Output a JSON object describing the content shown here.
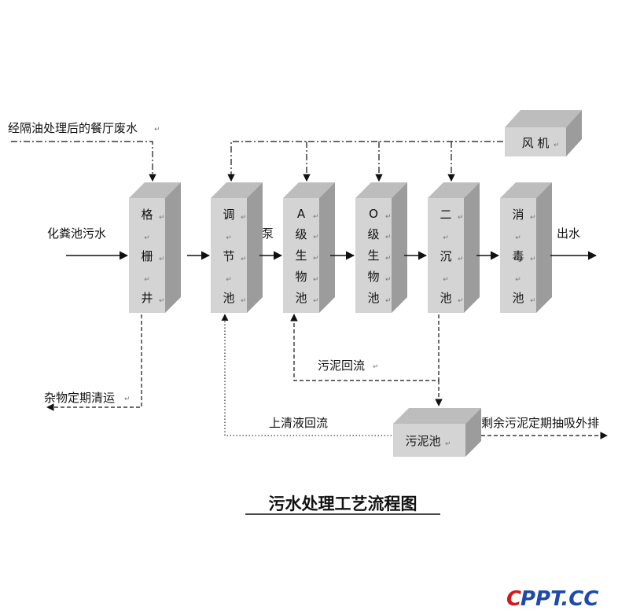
{
  "labels": {
    "input_top": "经隔油处理后的餐厅废水",
    "input_left": "化粪池污水",
    "pump": "泵",
    "output": "出水",
    "debris": "杂物定期清运",
    "sludge_return": "污泥回流",
    "supernatant_return": "上清液回流",
    "excess_sludge": "剩余污泥定期抽吸外排"
  },
  "tanks": {
    "screen": [
      "格",
      "栅",
      "井"
    ],
    "equalization": [
      "调",
      "节",
      "池"
    ],
    "anoxic": [
      "A",
      "级",
      "生",
      "物",
      "池"
    ],
    "oxic": [
      "O",
      "级",
      "生",
      "物",
      "池"
    ],
    "secondary": [
      "二",
      "沉",
      "池"
    ],
    "disinfection": [
      "消",
      "毒",
      "池"
    ]
  },
  "blower": "风 机",
  "sludge_tank": "污泥池",
  "title": "污水处理工艺流程图",
  "logo": {
    "c": "C",
    "rest": "PPT.CC"
  },
  "colors": {
    "box_front": "#d4d4d4",
    "box_top": "#bdbdbd",
    "box_side": "#9c9c9c",
    "logo_red": "#d21a1a",
    "logo_blue": "#1f4aa8"
  }
}
